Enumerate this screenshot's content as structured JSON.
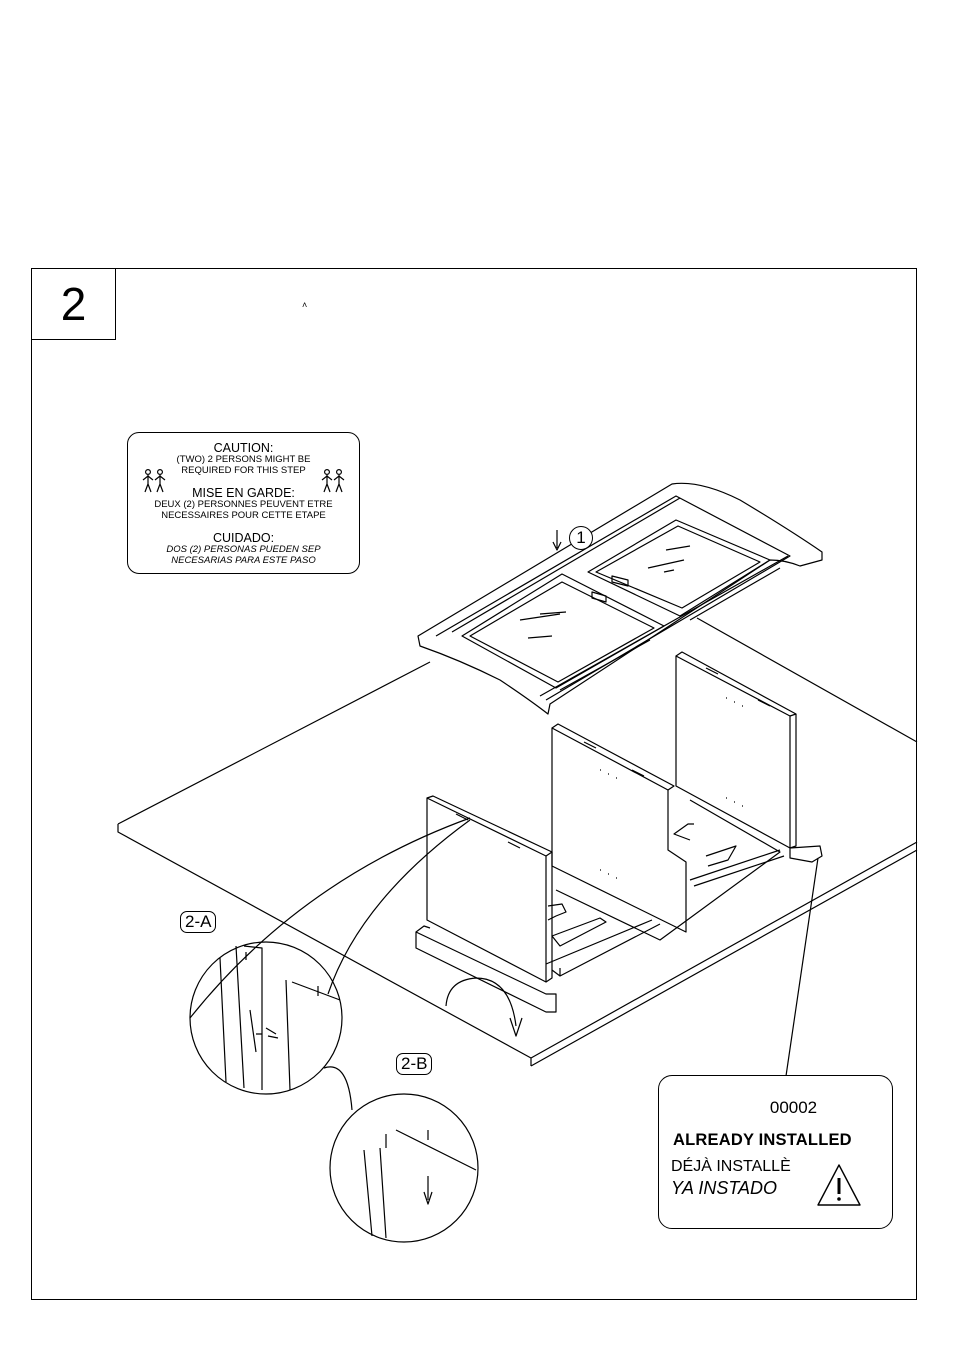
{
  "step": {
    "number": "2",
    "tick_mark": "˄"
  },
  "caution": {
    "en_title": "CAUTION:",
    "en_text_1": "(TWO) 2 PERSONS MIGHT BE",
    "en_text_2": "REQUIRED FOR THIS STEP",
    "fr_title": "MISE EN GARDE:",
    "fr_text_1": "DEUX (2) PERSONNES PEUVENT ETRE",
    "fr_text_2": "NECESSAIRES POUR CETTE ETAPE",
    "es_title": "CUIDADO:",
    "es_text_1": "DOS (2) PERSONAS PUEDEN SEP",
    "es_text_2": "NECESARIAS PARA ESTE PASO",
    "person_icon": "two-persons-icon"
  },
  "callouts": {
    "part_1": "1",
    "detail_a": "2-A",
    "detail_b": "2-B"
  },
  "installed_box": {
    "part_code": "00002",
    "en": "ALREADY INSTALLED",
    "fr": "DÉJÀ INSTALLÈ",
    "es": "YA INSTADO",
    "warning_icon": "warning-triangle-icon"
  },
  "colors": {
    "line": "#000000",
    "background": "#ffffff"
  }
}
